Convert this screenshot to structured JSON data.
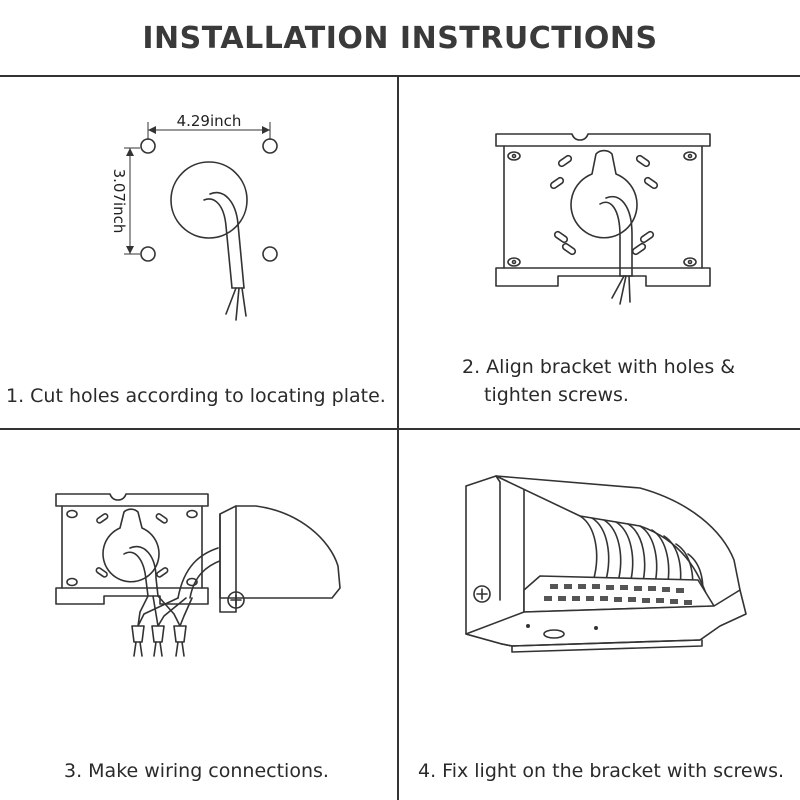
{
  "title": "INSTALLATION INSTRUCTIONS",
  "steps": [
    {
      "caption": "1. Cut holes according to locating plate."
    },
    {
      "caption_line1": "2. Align bracket with holes &",
      "caption_line2": "tighten screws."
    },
    {
      "caption": "3. Make wiring connections."
    },
    {
      "caption": "4. Fix light on the bracket with screws."
    }
  ],
  "dimensions": {
    "width": "4.29inch",
    "height": "3.07inch"
  },
  "icons": [
    "locating-plate-icon",
    "mounting-bracket-icon",
    "wiring-connection-icon",
    "wall-light-fixture-icon",
    "screw-icon"
  ]
}
